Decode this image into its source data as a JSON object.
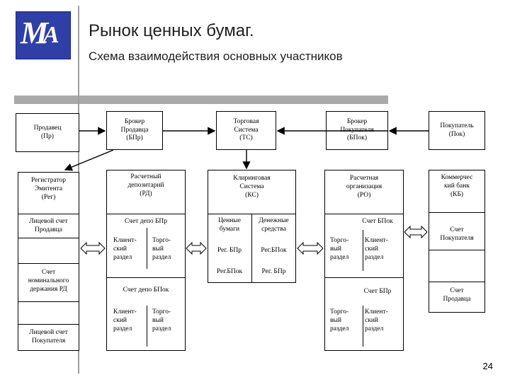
{
  "header": {
    "title": "Рынок ценных бумаг.",
    "subtitle": "Схема взаимодействия основных участников"
  },
  "top": {
    "seller": "Продавец\n(Пр)",
    "broker_seller": "Брокер\nПродавца\n(БПр)",
    "trading_system": "Торговая\nСистема\n(ТС)",
    "broker_buyer": "Брокер\nПокупателя\n(БПок)",
    "buyer": "Покупатель\n(Пок)"
  },
  "registrar": {
    "title": "Регистратор\nЭмитента\n(Рег)",
    "seller_account": "Лицевой счет\nПродавца",
    "nominee_account": "Счет\nноминального\nдержания РД",
    "buyer_account": "Лицевой счет\nПокупателя"
  },
  "depository": {
    "title": "Расчетный\nдепозитарий\n(РД)",
    "depo_bpr": "Счет депо БПр",
    "client_section": "Клиент-\nский\nраздел",
    "trading_section": "Торго-\nвый\nраздел",
    "depo_bpok": "Счет депо БПок",
    "client_section_2": "Клиент-\nский\nраздел",
    "trading_section_2": "Торго-\nвый\nраздел"
  },
  "clearing": {
    "title": "Клиринговая\nСистема\n(КС)",
    "securities": "Ценные\nбумаги",
    "cash": "Денежные\nсредства",
    "reg_bpr": "Рег. БПр",
    "reg_bpok": "Рег.БПок",
    "reg_bpok_2": "Рег.БПок",
    "reg_bpr_2": "Рег. БПр"
  },
  "settlement": {
    "title": "Расчетная\nорганизация\n(РО)",
    "account_bpok": "Счет БПок",
    "trading_section": "Торго-\nвый\nраздел",
    "client_section": "Клиент-\nский\nраздел",
    "account_bpr": "Счет БПр",
    "trading_section_2": "Торго-\nвый\nраздел",
    "client_section_2": "Клиент-\nский\nраздел"
  },
  "bank": {
    "title": "Коммерчес\nкий банк\n(КБ)",
    "buyer_account": "Счет\nПокупателя",
    "seller_account": "Счет\nПродавца"
  },
  "page_number": "24"
}
